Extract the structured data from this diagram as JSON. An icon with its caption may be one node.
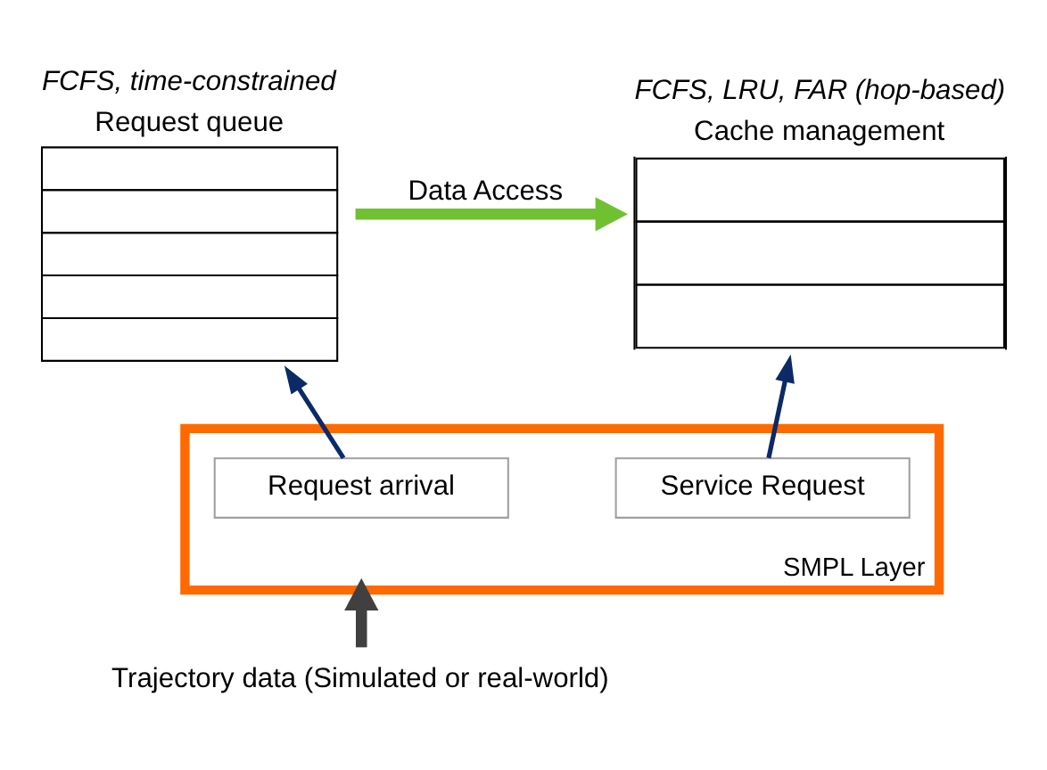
{
  "diagram": {
    "nodes": [
      {
        "text": [
          "Request queue"
        ],
        "beside": [
          "FCFS, time-constrained"
        ]
      },
      {
        "text": [
          "Cache management"
        ],
        "beside": [
          "FCFS, LRU, FAR (hop-based)"
        ]
      },
      {
        "text": [
          "SMPL Layer"
        ]
      },
      {
        "text": [
          "Request arrival"
        ],
        "in": 2
      },
      {
        "text": [
          "Service Request"
        ],
        "in": 2
      },
      {
        "text": [
          "Trajectory data (Simulated or real-world)"
        ]
      }
    ],
    "edges": [
      {
        "from": 3,
        "to": 0,
        "arrow": "to"
      },
      {
        "from": 0,
        "to": 1,
        "arrow": "to",
        "label": "Data Access",
        "style": "thick",
        "color": "#70c132"
      },
      {
        "from": 4,
        "to": 1,
        "arrow": "to"
      },
      {
        "from": 5,
        "to": 2,
        "arrow": "to",
        "style": "thick",
        "color": "#404040"
      }
    ]
  }
}
